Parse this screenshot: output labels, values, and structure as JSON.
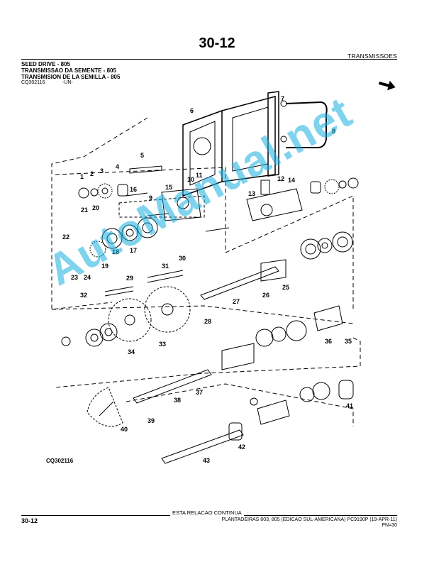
{
  "header": {
    "page_number": "30-12",
    "section_name": "TRANSMISSOES",
    "title_lines": [
      "SEED DRIVE - 805",
      "TRANSMISSAO DA SEMENTE - 805",
      "TRANSMISION DE LA SEMILLA - 805"
    ],
    "figure_code": "CQ302116",
    "figure_suffix": "-UN-"
  },
  "diagram": {
    "caption": "CQ302116",
    "callouts": [
      "1",
      "2",
      "3",
      "4",
      "5",
      "6",
      "7",
      "8",
      "9",
      "10",
      "11",
      "12",
      "13",
      "14",
      "15",
      "16",
      "17",
      "18",
      "19",
      "20",
      "21",
      "22",
      "23",
      "24",
      "25",
      "26",
      "27",
      "28",
      "29",
      "30",
      "31",
      "32",
      "33",
      "34",
      "35",
      "36",
      "37",
      "38",
      "39",
      "40",
      "41",
      "42",
      "43"
    ]
  },
  "watermark": "AutoManual.net",
  "footer": {
    "continue_note": "ESTA RELACAO CONTINUA",
    "page_number": "30-12",
    "book_line": "PLANTADEIRAS 803, 805 (EDICAO SUL-AMERICANA)   PC9190P   (19-APR-11)",
    "pn_line": "PN=30"
  },
  "colors": {
    "watermark": "#1ab0e0",
    "ink": "#000000"
  }
}
